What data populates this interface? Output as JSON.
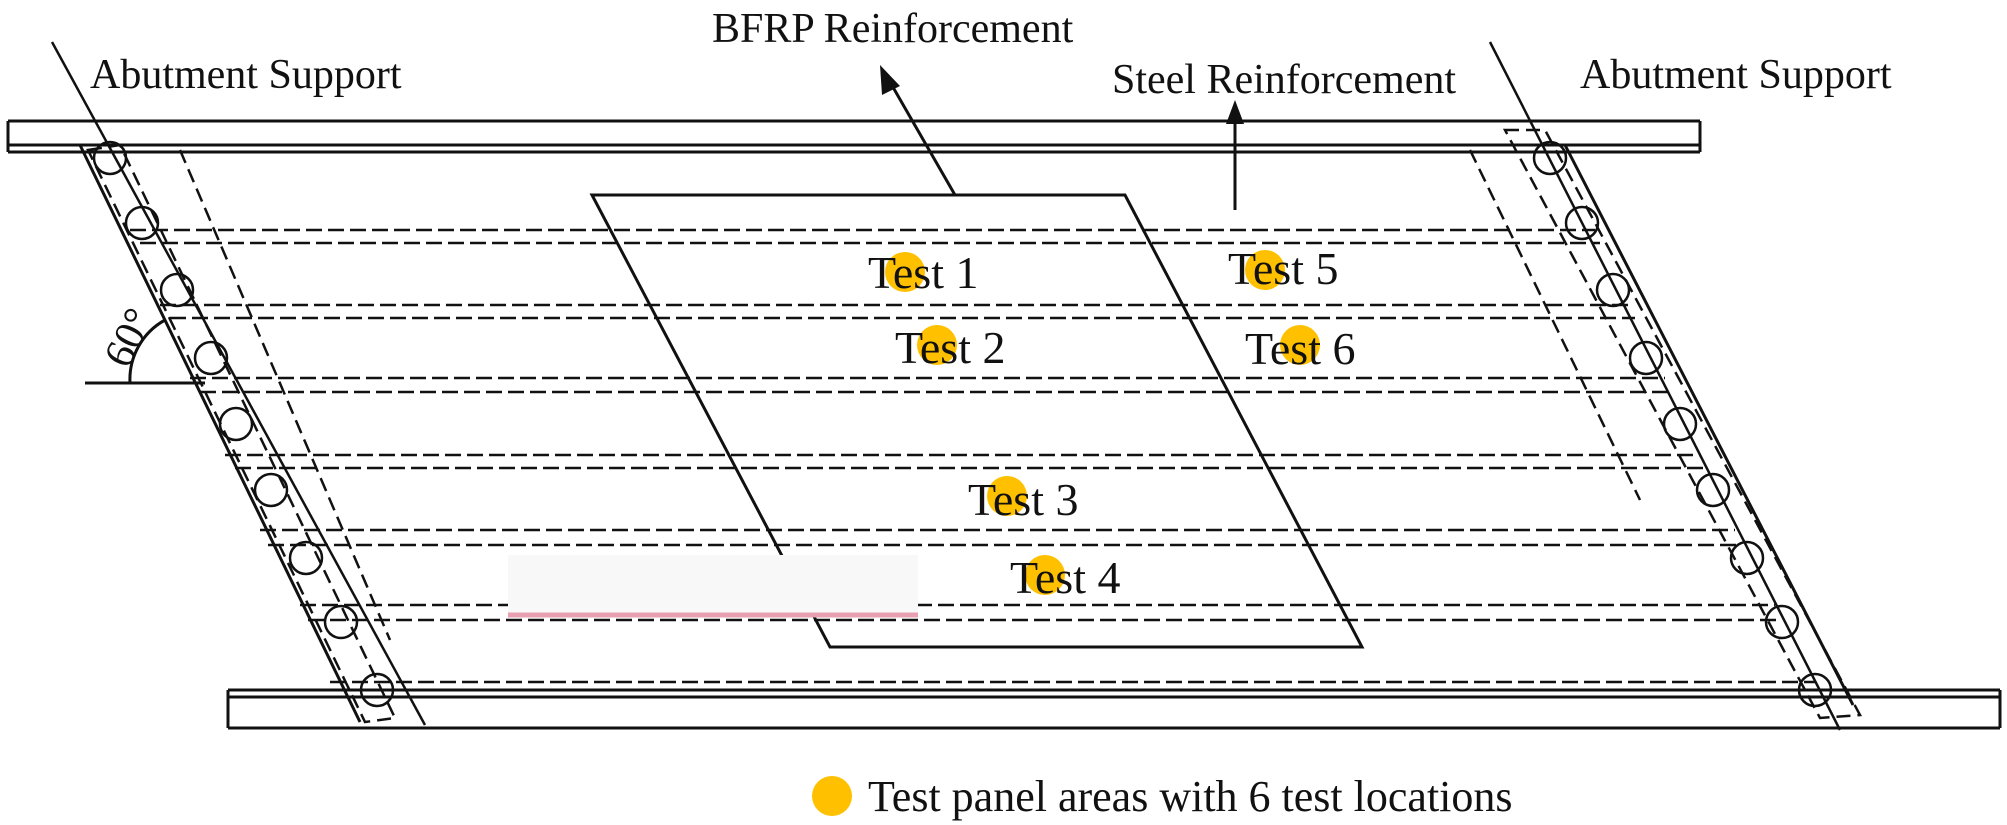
{
  "labels": {
    "bfrp": "BFRP Reinforcement",
    "steel": "Steel Reinforcement",
    "abutment_left": "Abutment Support",
    "abutment_right": "Abutment Support",
    "angle": "60°"
  },
  "test_points": [
    "Test 1",
    "Test 2",
    "Test 3",
    "Test 4",
    "Test 5",
    "Test 6"
  ],
  "legend": {
    "text": "Test panel areas with 6 test locations"
  },
  "colors": {
    "marker": "#FFC000",
    "line": "#111111",
    "highlight": "#E8A0B0"
  }
}
